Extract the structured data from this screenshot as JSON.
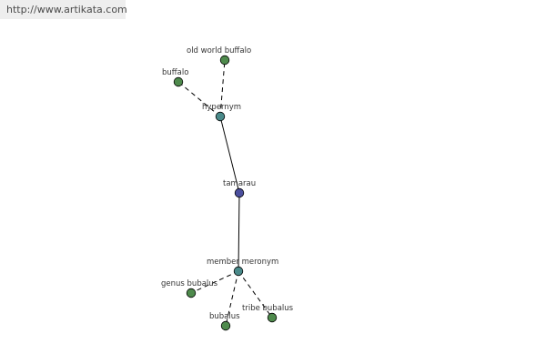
{
  "header": {
    "url": "http://www.artikata.com"
  },
  "colors": {
    "center_node": "#4b4f9e",
    "relation_node": "#4a8a8a",
    "leaf_node": "#4e8a4c"
  },
  "nodes": [
    {
      "id": "tamarau",
      "label": "tamarau",
      "kind": "center"
    },
    {
      "id": "hypernym",
      "label": "hypernym",
      "kind": "relation"
    },
    {
      "id": "member-meronym",
      "label": "member meronym",
      "kind": "relation"
    },
    {
      "id": "old-world-buffalo",
      "label": "old world buffalo",
      "kind": "leaf"
    },
    {
      "id": "buffalo",
      "label": "buffalo",
      "kind": "leaf"
    },
    {
      "id": "genus-bubalus",
      "label": "genus bubalus",
      "kind": "leaf"
    },
    {
      "id": "bubalus",
      "label": "bubalus",
      "kind": "leaf"
    },
    {
      "id": "tribe-bubalus",
      "label": "tribe bubalus",
      "kind": "leaf"
    }
  ],
  "edges": [
    {
      "from": "tamarau",
      "to": "hypernym",
      "style": "solid"
    },
    {
      "from": "tamarau",
      "to": "member-meronym",
      "style": "solid"
    },
    {
      "from": "hypernym",
      "to": "old-world-buffalo",
      "style": "dashed"
    },
    {
      "from": "hypernym",
      "to": "buffalo",
      "style": "dashed"
    },
    {
      "from": "member-meronym",
      "to": "genus-bubalus",
      "style": "dashed"
    },
    {
      "from": "member-meronym",
      "to": "bubalus",
      "style": "dashed"
    },
    {
      "from": "member-meronym",
      "to": "tribe-bubalus",
      "style": "dashed"
    }
  ]
}
